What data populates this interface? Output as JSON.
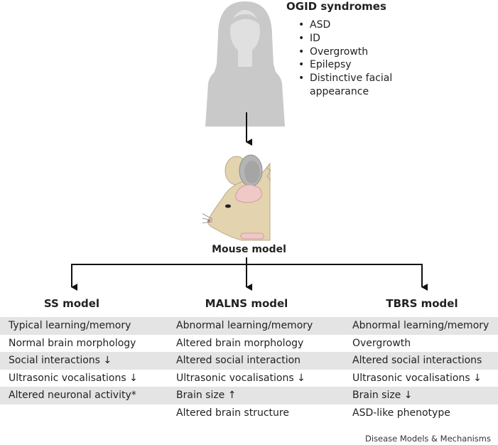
{
  "syndrome": {
    "title": "OGID syndromes",
    "features": [
      "ASD",
      "ID",
      "Overgrowth",
      "Epilepsy",
      "Distinctive facial",
      "appearance"
    ]
  },
  "mouse_label": "Mouse model",
  "models": [
    {
      "name": "SS model",
      "rows": [
        "Typical learning/memory",
        "Normal brain morphology",
        "Social interactions ↓",
        "Ultrasonic vocalisations ↓",
        "Altered neuronal activity*"
      ]
    },
    {
      "name": "MALNS model",
      "rows": [
        "Abnormal learning/memory",
        "Altered brain morphology",
        "Altered social interaction",
        "Ultrasonic vocalisations ↓",
        "Brain size ↑",
        "Altered brain structure"
      ]
    },
    {
      "name": "TBRS model",
      "rows": [
        "Abnormal learning/memory",
        "Overgrowth",
        "Altered social interactions",
        "Ultrasonic vocalisations ↓",
        "Brain size ↓",
        "ASD-like phenotype"
      ]
    }
  ],
  "credit": "Disease Models & Mechanisms",
  "colors": {
    "silhouette": "#c9c9c9",
    "face": "#e0e0e0",
    "mouse_body": "#e3d3ae",
    "mouse_ear_inner": "#f0c8c8",
    "row_shade": "#e4e4e4"
  }
}
